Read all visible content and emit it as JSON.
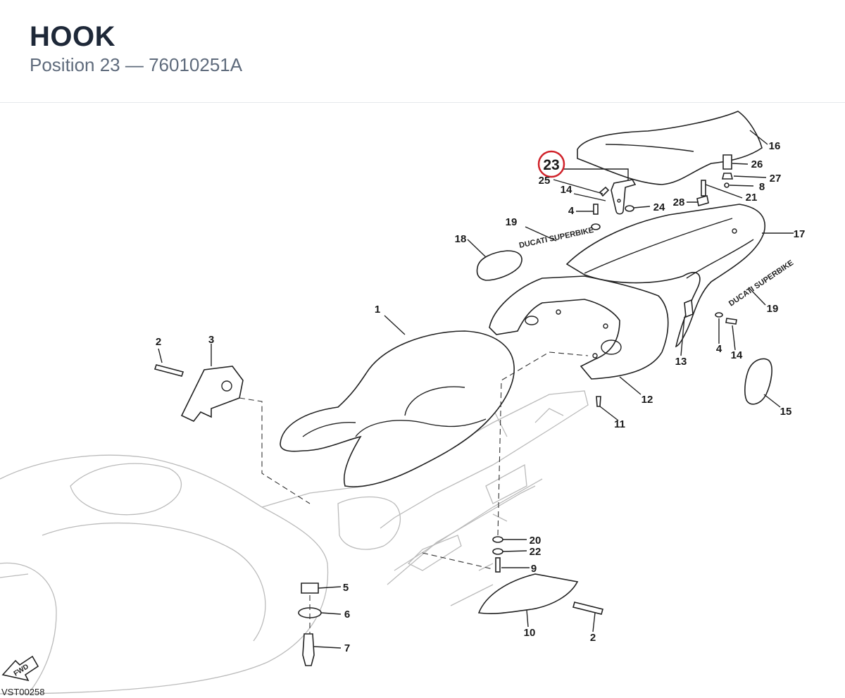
{
  "header": {
    "title": "HOOK",
    "subtitle": "Position 23 — 76010251A"
  },
  "diagram": {
    "drawing_code": "VST00258",
    "fwd_label": "FWD",
    "brand_top": "DUCATI SUPERBIKE",
    "brand_right": "DUCATI SUPERBIKE",
    "selected": "23",
    "callouts": {
      "c1": "1",
      "c2a": "2",
      "c2b": "2",
      "c3": "3",
      "c4a": "4",
      "c4b": "4",
      "c5": "5",
      "c6": "6",
      "c7": "7",
      "c8": "8",
      "c9": "9",
      "c10": "10",
      "c11": "11",
      "c12": "12",
      "c13": "13",
      "c14a": "14",
      "c14b": "14",
      "c15": "15",
      "c16": "16",
      "c17": "17",
      "c18": "18",
      "c19a": "19",
      "c19b": "19",
      "c20": "20",
      "c21": "21",
      "c22": "22",
      "c24": "24",
      "c25": "25",
      "c26": "26",
      "c27": "27",
      "c28": "28"
    },
    "colors": {
      "highlight": "#d0222a",
      "ink": "#222222",
      "ghost": "#bbbbbb"
    }
  }
}
